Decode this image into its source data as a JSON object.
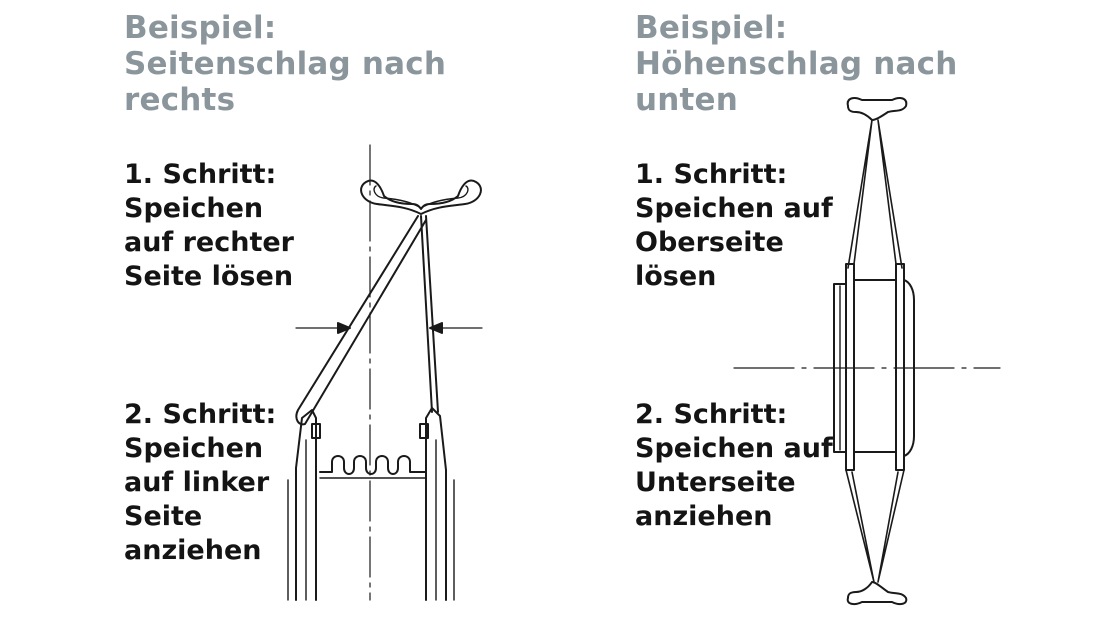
{
  "left": {
    "title": "Beispiel:\nSeitenschlag nach\nrechts",
    "step1": "1. Schritt:\nSpeichen\nauf rechter\nSeite lösen",
    "step2": "2. Schritt:\nSpeichen\nauf linker\nSeite\nanziehen"
  },
  "right": {
    "title": "Beispiel:\nHöhenschlag nach\nunten",
    "step1": "1. Schritt:\nSpeichen auf\nOberseite\nlösen",
    "step2": "2. Schritt:\nSpeichen auf\nUnterseite\nanziehen"
  }
}
